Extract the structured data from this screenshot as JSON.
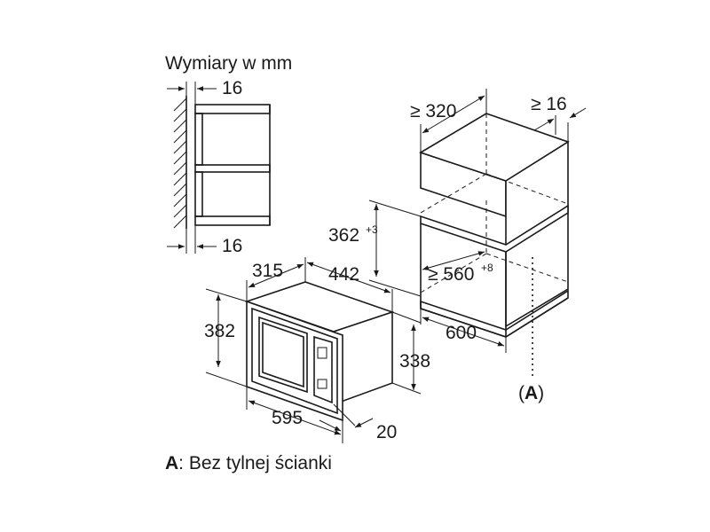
{
  "header": {
    "title": "Wymiary w mm"
  },
  "side_detail": {
    "top_gap": "16",
    "bottom_gap": "16"
  },
  "niche": {
    "depth": "≥ 320",
    "top_clearance": "≥ 16",
    "height_value": "362",
    "height_tolerance": "+3",
    "width_value": "≥ 560",
    "width_tolerance": "+8",
    "cabinet_depth": "600",
    "marker": "(A)",
    "marker_letter": "A"
  },
  "appliance": {
    "body_depth": "315",
    "body_width": "442",
    "front_height": "382",
    "body_height": "338",
    "front_width": "595",
    "frame_thickness": "20"
  },
  "note": {
    "key": "A",
    "text": ": Bez tylnej ścianki"
  }
}
